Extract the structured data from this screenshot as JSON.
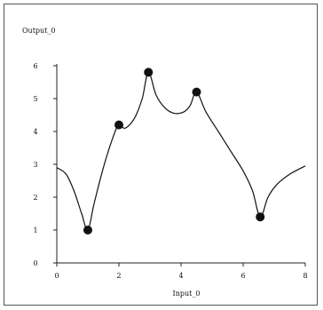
{
  "chart_data": {
    "type": "line",
    "xlabel": "Input_0",
    "ylabel": "Output_0",
    "xlim": [
      0,
      8
    ],
    "ylim": [
      0,
      6
    ],
    "x_ticks": [
      "0",
      "2",
      "4",
      "6",
      "8"
    ],
    "y_ticks": [
      "0",
      "1",
      "2",
      "3",
      "4",
      "5",
      "6"
    ],
    "grid": false,
    "series": [
      {
        "points": [
          {
            "x": 1.0,
            "y": 1.0
          },
          {
            "x": 2.0,
            "y": 4.2
          },
          {
            "x": 2.95,
            "y": 5.8
          },
          {
            "x": 4.5,
            "y": 5.2
          },
          {
            "x": 6.55,
            "y": 1.4
          }
        ]
      }
    ],
    "curve": [
      [
        0.0,
        2.9
      ],
      [
        0.3,
        2.7
      ],
      [
        0.55,
        2.2
      ],
      [
        0.8,
        1.5
      ],
      [
        1.0,
        1.0
      ],
      [
        1.2,
        1.8
      ],
      [
        1.5,
        2.9
      ],
      [
        1.8,
        3.8
      ],
      [
        2.0,
        4.2
      ],
      [
        2.2,
        4.1
      ],
      [
        2.5,
        4.4
      ],
      [
        2.75,
        5.0
      ],
      [
        2.95,
        5.8
      ],
      [
        3.2,
        5.1
      ],
      [
        3.5,
        4.7
      ],
      [
        3.8,
        4.55
      ],
      [
        4.1,
        4.6
      ],
      [
        4.3,
        4.8
      ],
      [
        4.5,
        5.2
      ],
      [
        4.8,
        4.6
      ],
      [
        5.2,
        4.0
      ],
      [
        5.6,
        3.4
      ],
      [
        6.0,
        2.8
      ],
      [
        6.3,
        2.2
      ],
      [
        6.55,
        1.4
      ],
      [
        6.8,
        2.0
      ],
      [
        7.1,
        2.4
      ],
      [
        7.5,
        2.7
      ],
      [
        8.0,
        2.95
      ]
    ]
  }
}
